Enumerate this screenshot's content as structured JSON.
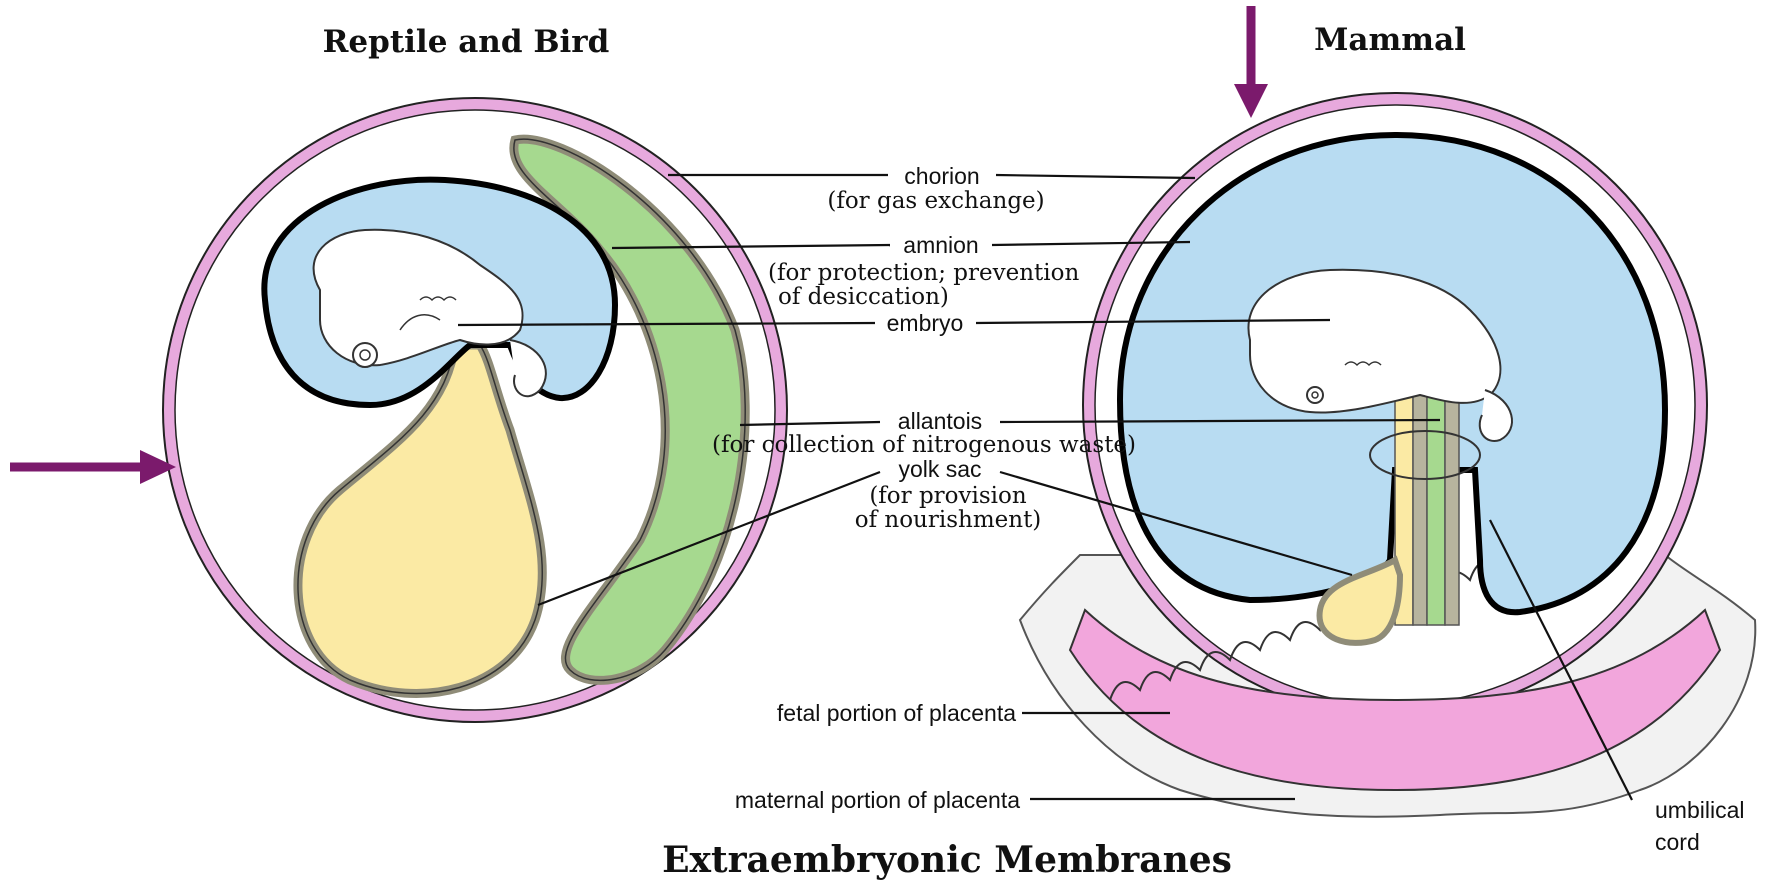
{
  "headings": {
    "left": "Reptile and Bird",
    "right": "Mammal"
  },
  "title": "Extraembryonic Membranes",
  "labels": {
    "chorion": "chorion",
    "chorion_note": "(for gas exchange)",
    "amnion": "amnion",
    "amnion_note_1": "(for protection; prevention",
    "amnion_note_2": "of desiccation)",
    "embryo": "embryo",
    "allantois": "allantois",
    "allantois_note": "(for collection of nitrogenous waste)",
    "yolk_sac": "yolk sac",
    "yolk_note_1": "(for provision",
    "yolk_note_2": "of nourishment)",
    "fetal_placenta": "fetal portion of placenta",
    "maternal_placenta": "maternal portion of placenta",
    "umbilical_1": "umbilical",
    "umbilical_2": "cord"
  },
  "colors": {
    "chorion": "#e7a9dd",
    "amniotic_fluid": "#b8dcf2",
    "yolk": "#fbeaa4",
    "allantois": "#a6d98f",
    "membrane_gray": "#b7b49e",
    "placenta": "#f2a6dc",
    "arrow": "#7b1a6c",
    "embryo": "#ffffff"
  }
}
